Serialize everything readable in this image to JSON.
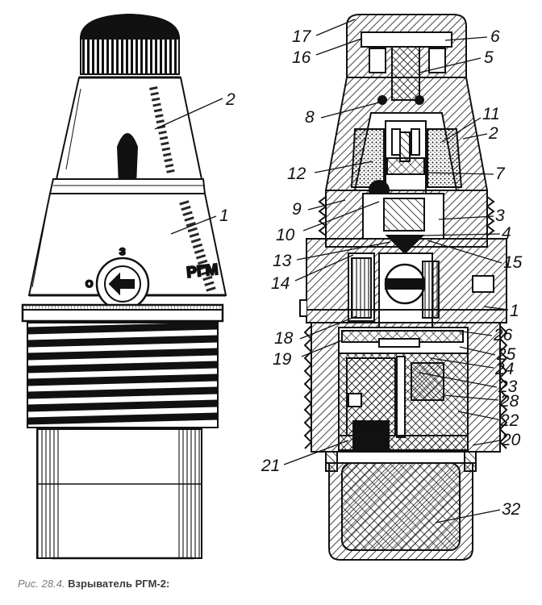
{
  "figure": {
    "caption_prefix": "Рис. 28.4.",
    "caption_title": "Взрыватель РГМ-2:",
    "external_view": {
      "body_marking": "РГМ",
      "dial_marking_top": "З",
      "dial_marking_left": "О",
      "labels": [
        "2",
        "1"
      ]
    },
    "section_view": {
      "labels": [
        "17",
        "16",
        "6",
        "5",
        "8",
        "11",
        "2",
        "12",
        "7",
        "9",
        "3",
        "10",
        "4",
        "13",
        "15",
        "14",
        "1",
        "18",
        "26",
        "19",
        "25",
        "24",
        "23",
        "28",
        "22",
        "20",
        "21",
        "32"
      ]
    }
  },
  "colors": {
    "ink": "#111111",
    "paper": "#ffffff",
    "caption": "#6b6b6b"
  }
}
